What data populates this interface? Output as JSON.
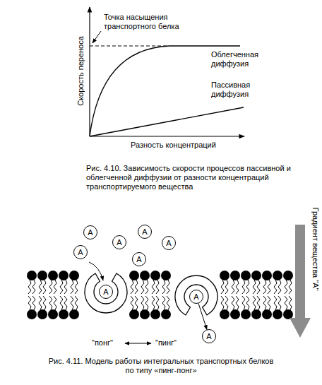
{
  "diagram": {
    "nodes": [
      {
        "text": [
          "A"
        ]
      },
      {
        "text": [
          "A"
        ]
      },
      {
        "text": [
          "A"
        ]
      },
      {
        "text": [
          "A"
        ]
      },
      {
        "text": [
          "A"
        ]
      },
      {
        "text": [
          "A"
        ]
      },
      {
        "text": [
          "A"
        ]
      },
      {
        "text": [
          "A"
        ]
      },
      {
        "text": [
          "A"
        ]
      }
    ],
    "edges": [
      {
        "from": 7,
        "to": 8,
        "arrow": "to"
      }
    ],
    "labels": [
      "Точка насыщения транспортного белка",
      "Облегченная диффузия",
      "Пассивная диффузия",
      "Скорость переноса",
      "Разность концентраций",
      "Рис. 4.10. Зависимость скорости процессов пассивной и облегченной диффузии от разности концентраций транспортируемого вещества",
      "\"понг\"",
      "\"пинг\"",
      "Градиент вещества \"А\"",
      "Рис. 4.11. Модель работы интегральных транспортных белков по типу «пинг-понг»"
    ]
  }
}
